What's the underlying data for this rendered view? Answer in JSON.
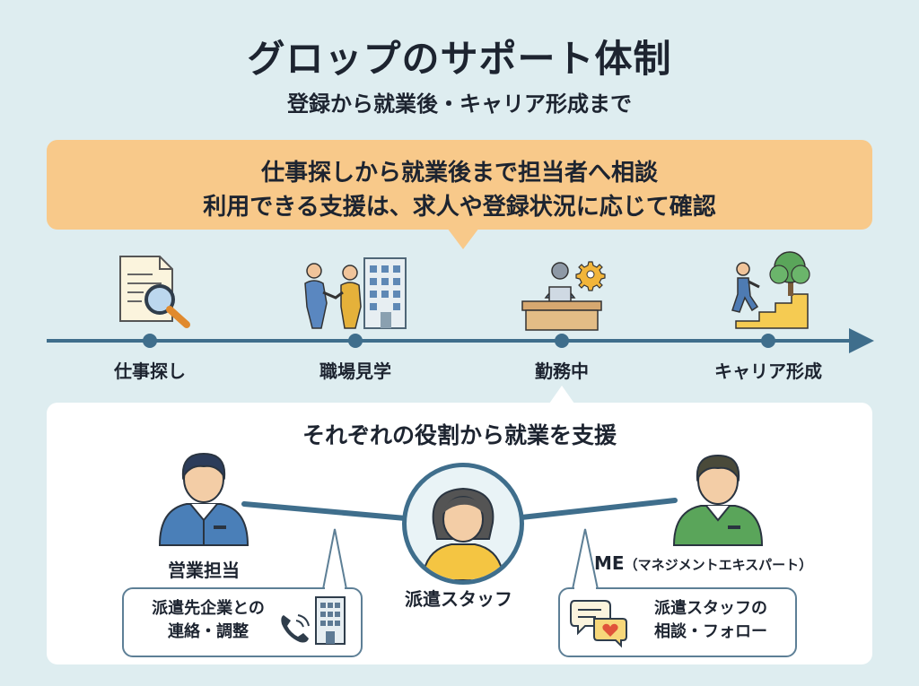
{
  "header": {
    "title": "グロップのサポート体制",
    "subtitle": "登録から就業後・キャリア形成まで"
  },
  "callout": {
    "line1": "仕事探しから就業後まで担当者へ相談",
    "line2": "利用できる支援は、求人や登録状況に応じて確認"
  },
  "timeline": {
    "stages": [
      {
        "label": "仕事探し",
        "icon": "document-magnifier-icon"
      },
      {
        "label": "職場見学",
        "icon": "handshake-building-icon"
      },
      {
        "label": "勤務中",
        "icon": "desk-worker-gear-icon"
      },
      {
        "label": "キャリア形成",
        "icon": "stairs-climber-tree-icon"
      }
    ]
  },
  "roles_panel": {
    "title": "それぞれの役割から就業を支援",
    "sales": {
      "label": "営業担当",
      "box_line1": "派遣先企業との",
      "box_line2": "連絡・調整"
    },
    "staff": {
      "label": "派遣スタッフ"
    },
    "me": {
      "label_main": "ME",
      "label_sub": "（マネジメントエキスパート）",
      "box_line1": "派遣スタッフの",
      "box_line2": "相談・フォロー"
    }
  },
  "colors": {
    "background": "#deedf0",
    "callout": "#f8c98a",
    "timeline": "#3f6e8c",
    "sales_shirt": "#4a7fb8",
    "staff_shirt": "#f4c542",
    "me_shirt": "#5aa55a"
  }
}
